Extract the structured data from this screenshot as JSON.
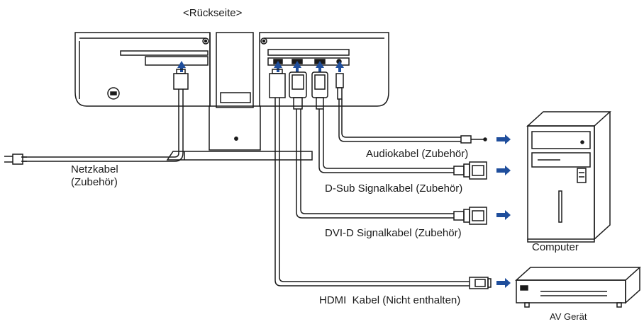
{
  "title": "<Rückseite>",
  "labels": {
    "audio_cable": "Audiokabel (Zubehör)",
    "dsub_cable": "D-Sub Signalkabel (Zubehör)",
    "dvid_cable": "DVI-D Signalkabel (Zubehör)",
    "hdmi_cable": "HDMI  Kabel (Nicht enthalten)",
    "power_cable_line1": "Netzkabel",
    "power_cable_line2": "(Zubehör)",
    "computer": "Computer",
    "av_device": "AV Gerät"
  },
  "colors": {
    "line": "#1a1a1a",
    "arrow": "#1f4e9c",
    "background": "#ffffff"
  },
  "icons": {
    "arrow": "right-arrow-icon",
    "up_arrow": "up-arrow-icon"
  }
}
